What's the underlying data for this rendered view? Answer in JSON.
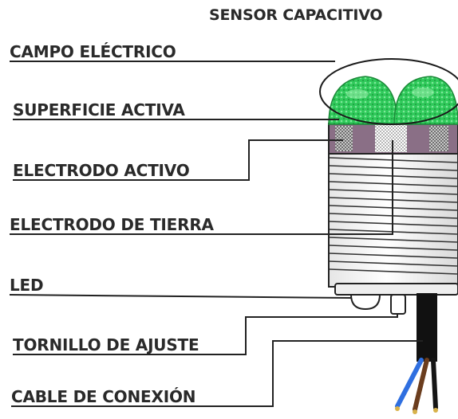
{
  "title": "SENSOR CAPACITIVO",
  "labels": {
    "campo_electrico": "CAMPO ELÉCTRICO",
    "superficie_activa": "SUPERFICIE ACTIVA",
    "electrodo_activo": "ELECTRODO ACTIVO",
    "electrodo_tierra": "ELECTRODO DE TIERRA",
    "led": "LED",
    "tornillo_ajuste": "TORNILLO DE AJUSTE",
    "cable_conexion": "CABLE DE CONEXIÓN"
  },
  "colors": {
    "text": "#2a2a2a",
    "leader": "#222222",
    "dome": "#2fc95a",
    "dome_highlight": "#9cf0ae",
    "electrode_band": "#8a6f86",
    "body": "#f4f4f4",
    "cable": "#111111",
    "wire_blue": "#2f6fe0",
    "wire_brown": "#6b3d1e",
    "wire_black": "#151515"
  }
}
